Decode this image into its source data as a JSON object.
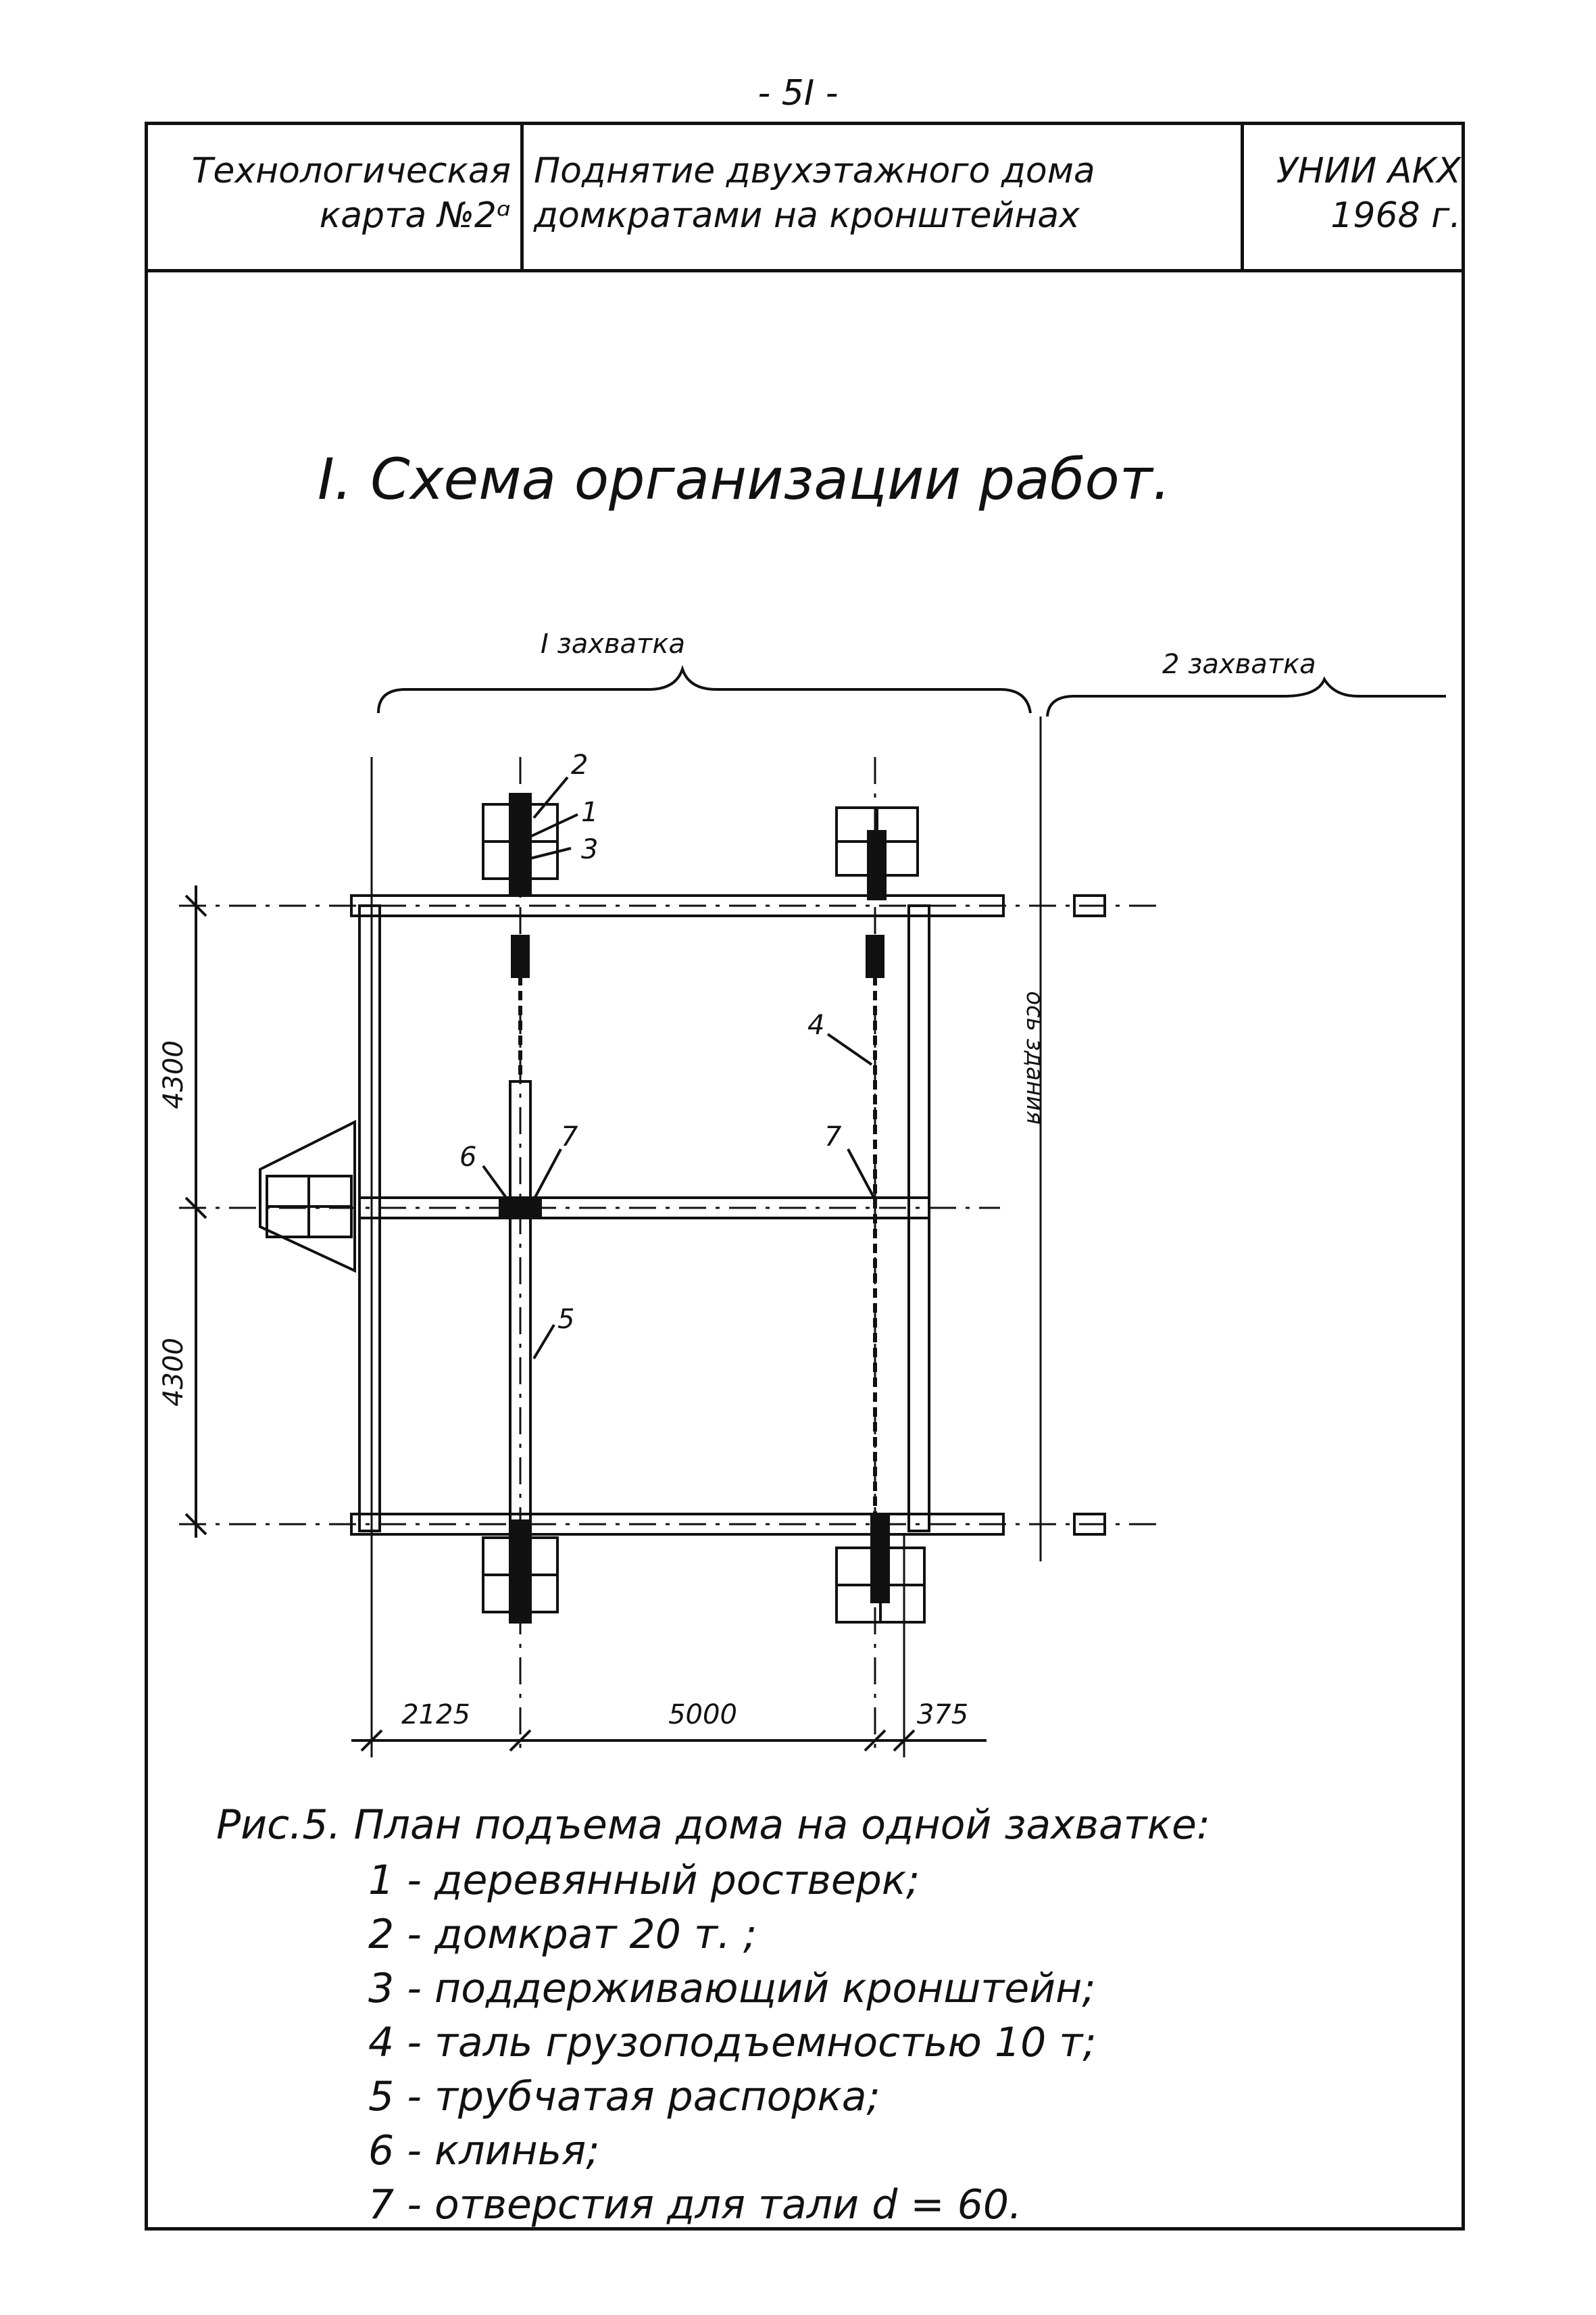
{
  "page_number": "- 5I -",
  "header": {
    "left": [
      "Технологическая",
      "карта №2ᵅ"
    ],
    "middle": [
      "Поднятие двухэтажного дома",
      "домкратами на кронштейнах"
    ],
    "right": [
      "УНИИ АКХ",
      "1968 г."
    ]
  },
  "section_title": "I. Схема организации работ.",
  "drawing": {
    "zone1_label": "I захватка",
    "zone2_label": "2 захватка",
    "axis_label": "ось здания",
    "dim_vertical": [
      "4300",
      "4300"
    ],
    "dim_horizontal": [
      "2125",
      "5000",
      "375"
    ],
    "callouts": [
      "1",
      "2",
      "3",
      "4",
      "5",
      "6",
      "7",
      "7"
    ]
  },
  "caption": {
    "title": "Рис.5.  План подъема дома на одной захватке:",
    "items": [
      "1 - деревянный ростверк;",
      "2 - домкрат 20 т. ;",
      "3 - поддерживающий кронштейн;",
      "4 - таль грузоподъемностью 10 т;",
      "5 - трубчатая распорка;",
      "6 - клинья;",
      "7 - отверстия для тали d = 60."
    ]
  }
}
